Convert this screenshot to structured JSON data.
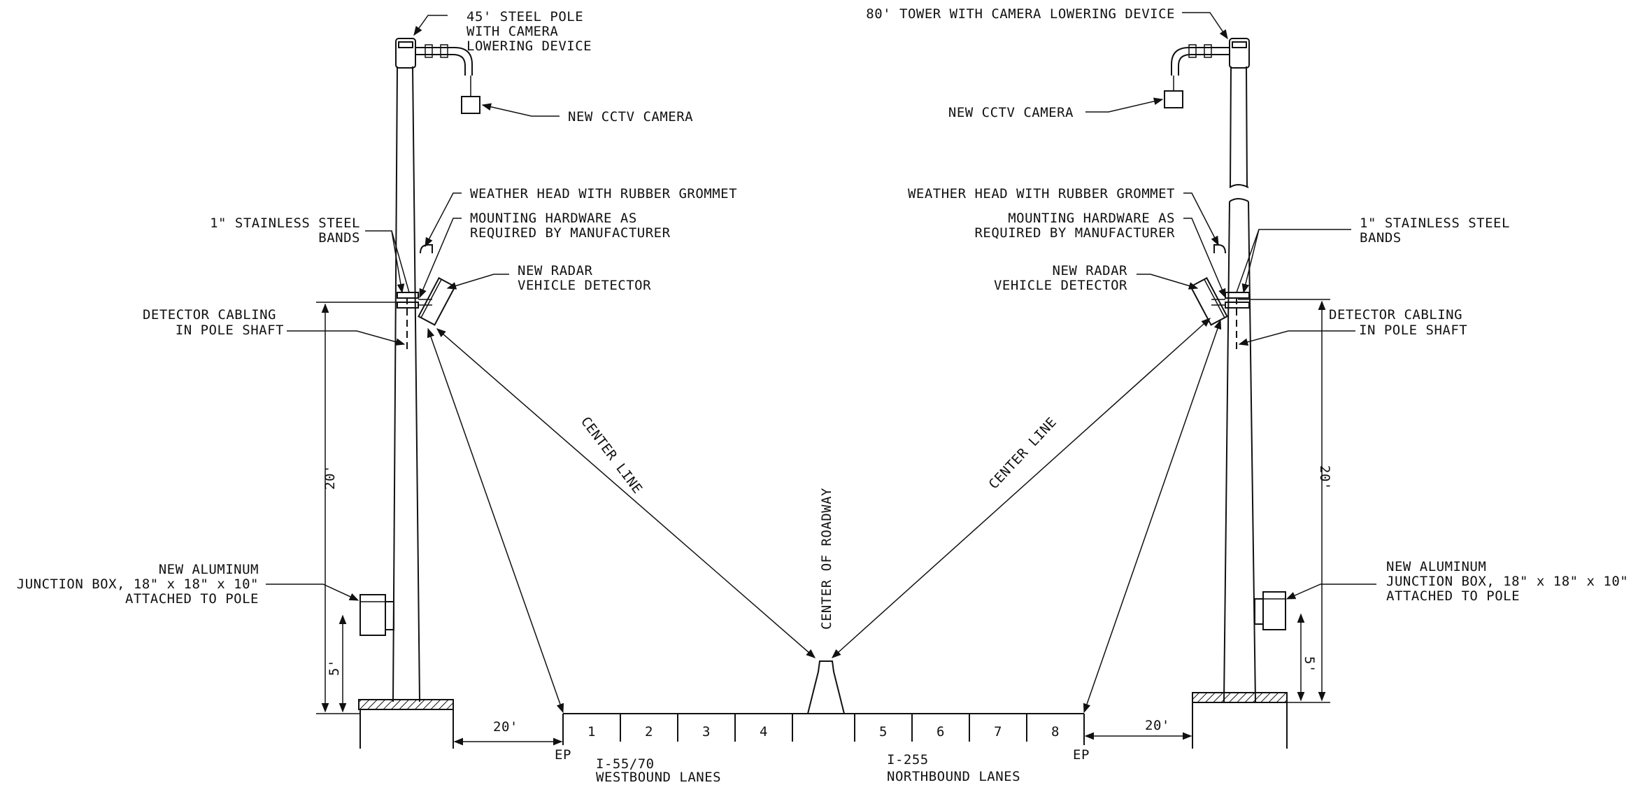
{
  "left_side": {
    "pole": [
      "45' STEEL POLE",
      "WITH CAMERA",
      "LOWERING DEVICE"
    ],
    "camera": "NEW CCTV CAMERA",
    "weather_head": "WEATHER HEAD WITH RUBBER GROMMET",
    "mounting": [
      "MOUNTING HARDWARE AS",
      "REQUIRED BY MANUFACTURER"
    ],
    "bands": [
      "1\" STAINLESS STEEL",
      "BANDS"
    ],
    "radar": [
      "NEW RADAR",
      "VEHICLE DETECTOR"
    ],
    "cabling": [
      "DETECTOR CABLING",
      "IN POLE SHAFT"
    ],
    "junction_box": [
      "NEW ALUMINUM",
      "JUNCTION BOX, 18\" x 18\" x 10\"",
      "ATTACHED TO POLE"
    ],
    "height_dim": "20'",
    "box_height_dim": "5'",
    "offset_dim": "20'"
  },
  "right_side": {
    "tower": "80' TOWER WITH CAMERA LOWERING DEVICE",
    "camera": "NEW CCTV CAMERA",
    "weather_head": "WEATHER HEAD WITH RUBBER GROMMET",
    "mounting": [
      "MOUNTING HARDWARE AS",
      "REQUIRED BY MANUFACTURER"
    ],
    "bands": [
      "1\" STAINLESS STEEL",
      "BANDS"
    ],
    "radar": [
      "NEW RADAR",
      "VEHICLE DETECTOR"
    ],
    "cabling": [
      "DETECTOR CABLING",
      "IN POLE SHAFT"
    ],
    "junction_box": [
      "NEW ALUMINUM",
      "JUNCTION BOX, 18\" x 18\" x 10\"",
      "ATTACHED TO POLE"
    ],
    "height_dim": "20'",
    "box_height_dim": "5'",
    "offset_dim": "20'"
  },
  "center": {
    "center_line_left": "CENTER LINE",
    "center_line_right": "CENTER LINE",
    "center_of_roadway": "CENTER OF ROADWAY"
  },
  "roadway": {
    "edge_left": "EP",
    "edge_right": "EP",
    "lanes_west": [
      "1",
      "2",
      "3",
      "4"
    ],
    "lanes_north": [
      "5",
      "6",
      "7",
      "8"
    ],
    "west_label": [
      "I-55/70",
      "WESTBOUND LANES"
    ],
    "north_label": [
      "I-255",
      "NORTHBOUND LANES"
    ]
  }
}
